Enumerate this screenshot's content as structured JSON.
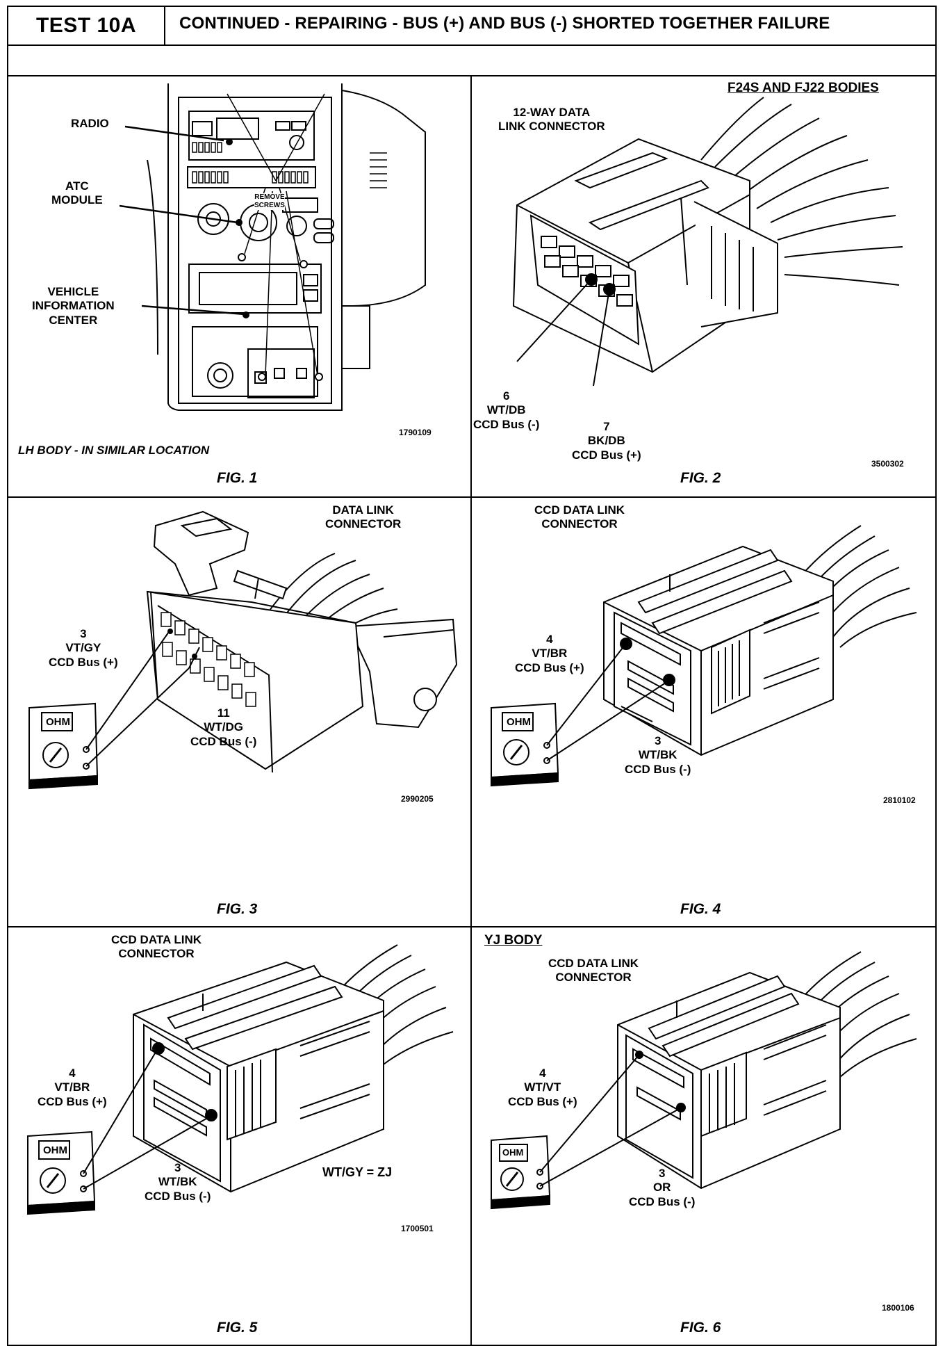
{
  "header": {
    "test_id": "TEST 10A",
    "title": "CONTINUED -  REPAIRING - BUS (+) AND BUS (-) SHORTED TOGETHER FAILURE"
  },
  "fig1": {
    "labels": {
      "radio": "RADIO",
      "atc": "ATC\nMODULE",
      "vic": "VEHICLE\nINFORMATION\nCENTER",
      "remove": "REMOVE\nSCREWS"
    },
    "code": "1790109",
    "note": "LH BODY  -  IN SIMILAR LOCATION",
    "caption": "FIG. 1"
  },
  "fig2": {
    "bodies": "F24S AND FJ22 BODIES",
    "connector": "12-WAY DATA\nLINK CONNECTOR",
    "pin_minus": "6\nWT/DB\nCCD Bus (-)",
    "pin_plus": "7\nBK/DB\nCCD Bus (+)",
    "code": "3500302",
    "caption": "FIG. 2"
  },
  "fig3": {
    "connector": "DATA LINK\nCONNECTOR",
    "pin_plus": "3\nVT/GY\nCCD Bus (+)",
    "pin_minus": "11\nWT/DG\nCCD Bus (-)",
    "meter": "OHM",
    "code": "2990205",
    "caption": "FIG. 3"
  },
  "fig4": {
    "connector": "CCD DATA LINK\nCONNECTOR",
    "pin_plus": "4\nVT/BR\nCCD Bus (+)",
    "pin_minus": "3\nWT/BK\nCCD Bus (-)",
    "meter": "OHM",
    "code": "2810102",
    "caption": "FIG. 4"
  },
  "fig5": {
    "connector": "CCD DATA LINK\nCONNECTOR",
    "pin_plus": "4\nVT/BR\nCCD Bus (+)",
    "pin_minus": "3\nWT/BK\nCCD Bus (-)",
    "zj_note": "WT/GY = ZJ",
    "meter": "OHM",
    "code": "1700501",
    "caption": "FIG. 5"
  },
  "fig6": {
    "body": "YJ BODY",
    "connector": "CCD DATA LINK\nCONNECTOR",
    "pin_plus": "4\nWT/VT\nCCD Bus (+)",
    "pin_minus": "3\nOR\nCCD Bus (-)",
    "meter": "OHM",
    "code": "1800106",
    "caption": "FIG. 6"
  }
}
